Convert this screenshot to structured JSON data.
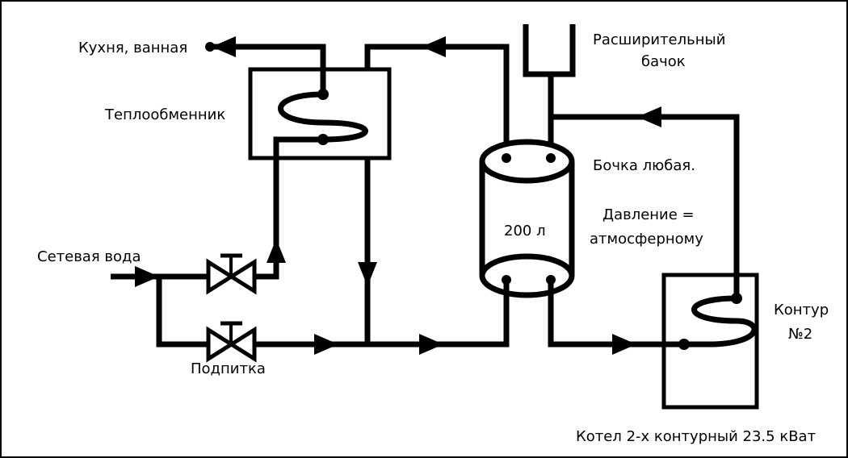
{
  "labels": {
    "kitchen_bath": "Кухня, ванная",
    "heat_exchanger": "Теплообменник",
    "expansion_tank_line1": "Расширительный",
    "expansion_tank_line2": "бачок",
    "barrel_any": "Бочка любая.",
    "pressure_line1": "Давление =",
    "pressure_line2": "атмосферному",
    "tank_volume": "200 л",
    "mains_water": "Сетевая вода",
    "makeup": "Подпитка",
    "circuit2_line1": "Контур",
    "circuit2_line2": "№2",
    "boiler": "Котел 2-х контурный 23.5 кВат"
  }
}
